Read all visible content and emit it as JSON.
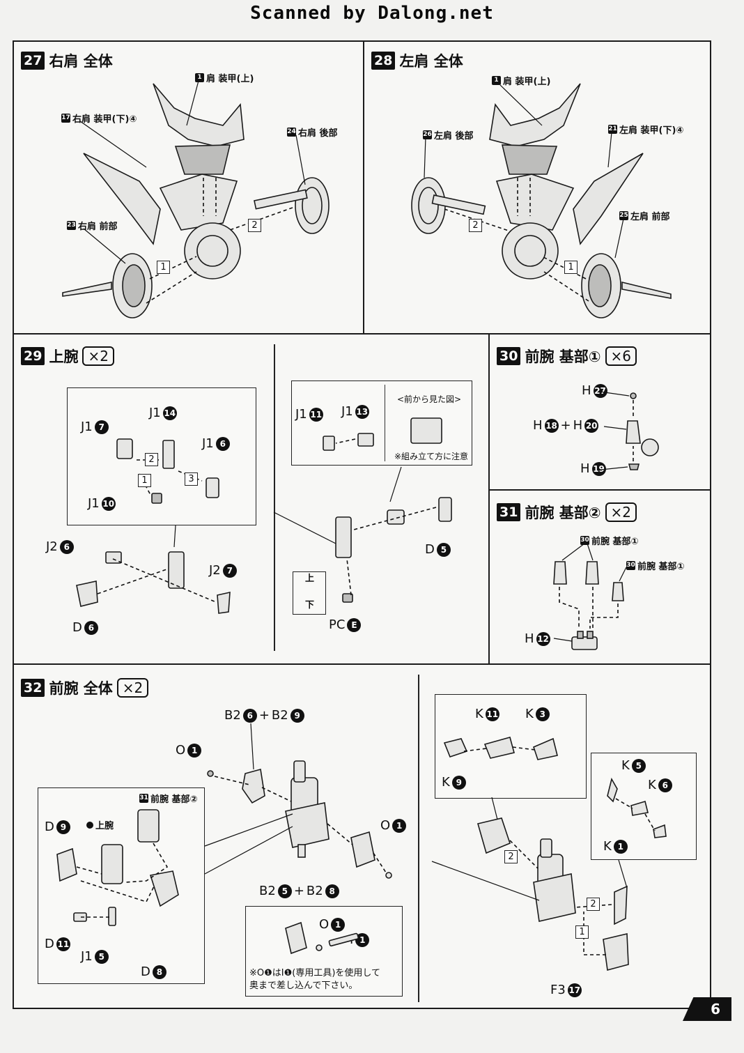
{
  "header": {
    "scan_credit": "Scanned by Dalong.net"
  },
  "step27": {
    "num": "27",
    "title": "右肩 全体",
    "labels": {
      "shoulder_armor_upper": {
        "num": "1",
        "text": "肩 装甲(上)"
      },
      "right_armor_lower": {
        "num": "17",
        "text": "右肩 装甲(下)④"
      },
      "right_rear": {
        "num": "24",
        "text": "右肩 後部"
      },
      "right_front": {
        "num": "23",
        "text": "右肩 前部"
      }
    },
    "order": [
      "1",
      "2"
    ]
  },
  "step28": {
    "num": "28",
    "title": "左肩 全体",
    "labels": {
      "shoulder_armor_upper": {
        "num": "1",
        "text": "肩 装甲(上)"
      },
      "left_rear": {
        "num": "26",
        "text": "左肩 後部"
      },
      "left_armor_lower": {
        "num": "21",
        "text": "左肩 装甲(下)④"
      },
      "left_front": {
        "num": "25",
        "text": "左肩 前部"
      }
    },
    "order": [
      "2",
      "1"
    ]
  },
  "step29": {
    "num": "29",
    "title": "上腕",
    "multiplier": "×2",
    "inset1": {
      "parts": [
        {
          "runner": "J1",
          "num": "7"
        },
        {
          "runner": "J1",
          "num": "14"
        },
        {
          "runner": "J1",
          "num": "6"
        },
        {
          "runner": "J1",
          "num": "10"
        }
      ],
      "order": [
        "2",
        "1",
        "3"
      ]
    },
    "main_parts": [
      {
        "runner": "J2",
        "num": "6"
      },
      {
        "runner": "J2",
        "num": "7"
      },
      {
        "runner": "D",
        "num": "6"
      }
    ],
    "inset2": {
      "parts": [
        {
          "runner": "J1",
          "num": "11"
        },
        {
          "runner": "J1",
          "num": "13"
        }
      ],
      "front_view_caption": "<前から見た図>",
      "note": "※組み立て方に注意"
    },
    "right_parts": [
      {
        "runner": "D",
        "num": "5"
      },
      {
        "runner": "PC",
        "num": "E"
      }
    ],
    "orientation": {
      "top": "上",
      "bottom": "下"
    }
  },
  "step30": {
    "num": "30",
    "title": "前腕 基部①",
    "multiplier": "×6",
    "parts": [
      {
        "runner": "H",
        "num": "27"
      },
      {
        "runner": "H",
        "num": "18",
        "plus_runner": "H",
        "plus_num": "20",
        "joiner": "+"
      },
      {
        "runner": "H",
        "num": "19"
      }
    ]
  },
  "step31": {
    "num": "31",
    "title": "前腕 基部②",
    "multiplier": "×2",
    "ref_label": {
      "num": "30",
      "text": "前腕 基部①"
    },
    "ref_label2": {
      "num": "30",
      "text": "前腕 基部①"
    },
    "parts": [
      {
        "runner": "H",
        "num": "12"
      }
    ]
  },
  "step32": {
    "num": "32",
    "title": "前腕 全体",
    "multiplier": "×2",
    "top_pair": {
      "a_runner": "B2",
      "a_num": "6",
      "joiner": "+",
      "b_runner": "B2",
      "b_num": "9"
    },
    "bottom_pair": {
      "a_runner": "B2",
      "a_num": "5",
      "joiner": "+",
      "b_runner": "B2",
      "b_num": "8"
    },
    "o_parts": [
      {
        "runner": "O",
        "num": "1"
      },
      {
        "runner": "O",
        "num": "1"
      }
    ],
    "left_inset": {
      "ref_label": {
        "num": "31",
        "text": "前腕 基部②"
      },
      "upper_arm": "上腕",
      "parts": [
        {
          "runner": "D",
          "num": "9"
        },
        {
          "runner": "D",
          "num": "11"
        },
        {
          "runner": "J1",
          "num": "5"
        },
        {
          "runner": "D",
          "num": "8"
        }
      ]
    },
    "tool_inset": {
      "parts": [
        {
          "runner": "O",
          "num": "1"
        },
        {
          "runner": "I",
          "num": "1"
        }
      ],
      "note_line1": "※O❶はI❶(専用工具)を使用して",
      "note_line2": "奥まで差し込んで下さい。"
    },
    "right_inset_top": {
      "parts": [
        {
          "runner": "K",
          "num": "11"
        },
        {
          "runner": "K",
          "num": "3"
        },
        {
          "runner": "K",
          "num": "9"
        }
      ]
    },
    "right_inset_side": {
      "parts": [
        {
          "runner": "K",
          "num": "5"
        },
        {
          "runner": "K",
          "num": "6"
        },
        {
          "runner": "K",
          "num": "1"
        }
      ]
    },
    "right_main": {
      "runner": "F3",
      "num": "17"
    },
    "order": [
      "2",
      "2",
      "1"
    ]
  },
  "footer": {
    "page_number": "6"
  }
}
